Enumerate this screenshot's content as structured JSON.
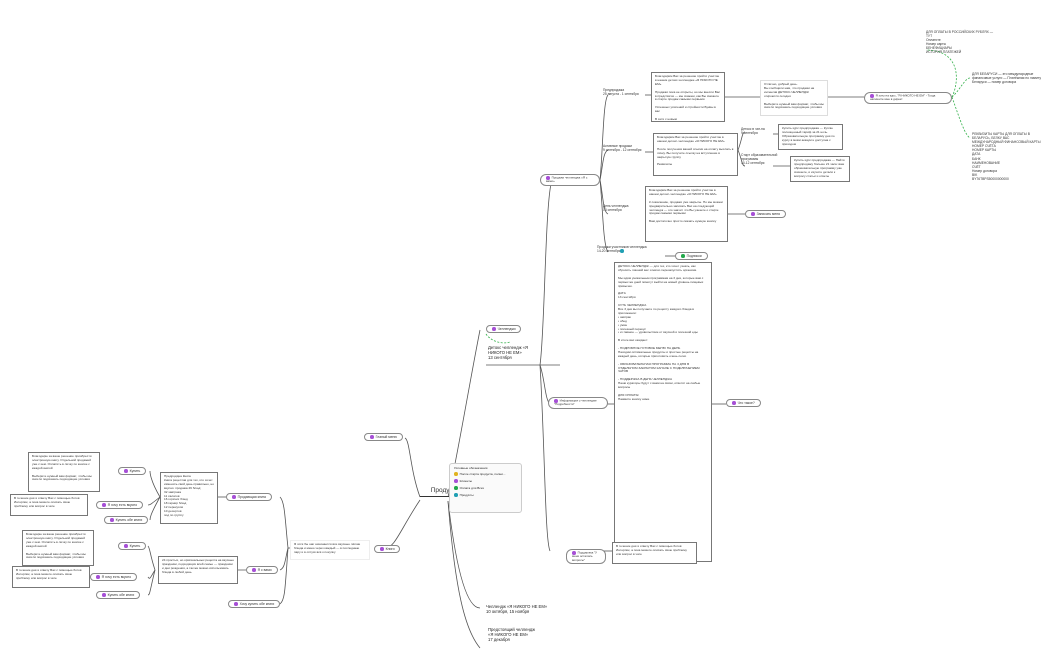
{
  "colors": {
    "purple": "#a64fd6",
    "green": "#22a84a",
    "teal": "#1f9fb3",
    "yellow": "#e0b21f",
    "blue": "#3b62c9",
    "line": "#555555",
    "dashed": "#33b04a"
  },
  "center": {
    "title": "Продукты",
    "icon": "edit-icon"
  },
  "legend": {
    "title": "Условные обозначения",
    "items": [
      {
        "label": "После старта продукта, полни...",
        "color": "#e0b21f"
      },
      {
        "label": "Клиенты",
        "color": "#a64fd6"
      },
      {
        "label": "Оплата для Всех",
        "color": "#22a84a"
      },
      {
        "label": "Продукты",
        "color": "#1f9fb3"
      }
    ]
  },
  "upper": {
    "challenges": "Челленджи",
    "detox": "Детокс челлендж «Я НИКОГО НЕ ЕМ»\n13 сентября",
    "sales_label": "Продажи челленджа «Я с вами»",
    "sales": {
      "presale": "Предпродажа\n25 августа - 1 сентября",
      "presale_box": "Благодарим Вас за решение пройти участие в нашем детокс-челлендже «Я НИКОГО НЕ ЕМ»\n\nПродажи пока не открыты, но мы внесли Вас в предсписок — мы скажем, как Вы сможете в старте продаж самыми первыми\n\nУспешных усилений и стройности Буквы в вас\n\nВ сети с новым",
      "thanks_box": "Отлично, добрый день.\nВы сообщили нам, что продажи на интенсив ДЕТОКС-ЧЕЛЛЕНДЖ откроются сегодня\n\nВыберите нужный вам формат, чтобы мы смогли подсказать подходящие условия",
      "right_pill": "Я хочу на курс, \"Я НИКОГО НЕ ЕМ\" - Тогда напишите мне в директ",
      "active": "Активные продажи\n9 сентября - 12 сентября",
      "active_box": "Благодарим Вас за решение пройти участие в нашем детокс-челлендже «Я НИКОГО НЕ ЕМ»\n\nПосле получения вашей ссылки на оплату выслать в личку. Вы получите ссылку на вступление в закрытую группу\n\nРеквизиты",
      "tariff_a": "Детокс в чат-на\n9 сентября",
      "tariff_a_box": "Купить курс предпродажа — Куплю полноценный тариф за 21 ночь. Образовательную программу дня по курсу в моём аккаунте доступна с приходом",
      "tariff_b": "Старт образовательной программы\n10-12 сентября",
      "tariff_b_box": "Купить курс предпродажа — Найти предпродажу больше 21 часа: ваш образовательную программу уже скачаете, и изучите детали к вопросу статьи и ответы",
      "day": "День челленджа\n13 сентября",
      "day_box": "Благодарим Вас за решение пройти участие в нашем детокс-челлендже «Я НИКОГО НЕ ЕМ»\n\nК сожалению, продажи уже закрыты. Но мы можем предварительно записать Вас на следующий челлендж — это значит что Вы узнаете о старте продаж самыми первыми\n\nВам достаточно просто сказать нужную кнопку",
      "day_pill": "Записать меня",
      "open": "Продажи участников челленджа\n14-20 сентября",
      "open_pill": "Подписки",
      "far_box_a": "ДЛЯ ОПЛАТЫ В РОССИЙСКИХ РУБЛЯХ — ТУТ\nОплатите\nНомер карты\nБЕНЕФИЦИАРЫ\nИСТОРИЯ ПЛАТЕЖЕЙ",
      "far_box_b": "ДЛЯ БЕЛАРУСИ — это международные финансовые услуги — Платёжная по лимиту Беларуси — номер договора",
      "far_box_c": "РЕКВИЗИТЫ КАРТЫ ДЛЯ ОПЛАТЫ В БЕЛАРУСЬ, БЕЛКУ ВАС\nМЕЖДУНАРОДНЫЙ ФИНАНСОВЫЙ КАРТЫ\nНОМЕР СЧЁТА\nНОМЕР КАРТЫ\nДАТА\nБАНК\nНАИМЕНОВАНИЕ\nСЧЁТ\nНомер договора\nBIK\nBY76TBPS50000000000"
    }
  },
  "info": {
    "label": "Информация о челлендже \"Подробности\"",
    "box": "ДЕТОКС-ЧЕЛЛЕНДЖ — для тех, кто хочет узнать, как сбросить лишний вес и мягко перезапустить организм.\n\nМы идём уникальным программам на 3 дня, которые вам с первых же дней помогут выйти на новый уровень пищевых привычек.\n\nДАТА\n13 сентября\n\nСУТЬ ЧЕЛЛЕНДЖА\nВсе 3 дня вы получаете по рецепту каждого блюда в приложении:\n• завтрак\n• обед\n• ужин\n• полезный перекус\n• и главное — удовольствие от вкусной и полезной еды\n\nВ итоге вас ожидает:\n\n- ПОДРОБНОЕ ГОТОВОЕ МЕНЮ НА ДЕНЬ\nНаходим оптимальные продукты и простые рецепты на каждый день, которые приготовить очень легко\n\n- ОБРАЗОВАТЕЛЬНАЯ ПРОГРАММА НА 3 ДНЯ В ОТДЕЛЬНОМ ЗАКРЫТОМ КАНАЛЕ С ПОДКЛЮЧЕНИЕМ ЧАТОВ\n\n- ПОДДЕРЖКА В ДЕНЬ ЧЕЛЛЕНДЖА\nНаши кураторы будут с вами на связи, ответят на любые вопросы\n\nДЛЯ ОПЛАТЫ:\nНажмите кнопку ниже",
    "pill": "Что такое?"
  },
  "help": {
    "label": "Поддержка \"У меня остались вопросы\"",
    "box": "В течение дня я отвечу Вас с помощью ботов Интерпик, а пока можете описать свою проблему или вопрос в чате"
  },
  "main_menu": "Гланый меню",
  "lower": {
    "challenge_group": "Челлендж «Я НИКОГО НЕ ЕМ»\n10 октября, 15 ноября",
    "future": "Предстоящий челлендж\n«Я НИКОГО НЕ ЕМ»\n17 декабря"
  },
  "books": {
    "label": "Книги",
    "intro": "Я хотя бы шаг начинается все вкусные лёгкие блюда и меню через каждый — в последнюю пару и в отпуск всё к покупку",
    "buy_big": "Продающая книга",
    "buy_big_box": "Предрцидна Книга\nКнига рецептов для тех, кто хочет изменить свой день правильно, но вкусно: продажа 29 блюд:\n32 завтрака\n11 салатов\n16 горячих блюд\n18 гарнир блюд\n12 перекусов\n10 десертов\nпод по группу",
    "buy_big_pill_a": "Купить",
    "buy_big_pill_b": "Я хочу есть вкусно",
    "buy_big_pill_c": "Купить обе книги",
    "box_left_a": "Благодарю за ваше решение приобрести электронную книгу. Отдельной продажей уже с кем. Оплатить в личку по кнопке с каждой книгой\n\nВыберите нужный вам формат, чтобы мы смогли подсказать подходящие условия",
    "box_left_b": "В течение дня я отвечу Вас с помощью ботов Интерпик, а пока можете описать свою проблему или вопрос в чате",
    "second": "Продающая книга",
    "second_box": "24 простых, но оригинальных рецепта на вкусные праздники, подходящих всей семье — праздники и дни рождения, а так же можно использовать блюда в любой день",
    "second_pill": "Я с вами",
    "pill_buy2": "Купить",
    "pill_want2": "Я хочу есть вкусно",
    "pill_both2": "Купить обе книги",
    "box_left_c": "Благодарю за ваше решение приобрести электронную книгу. Отдельной продажей уже с кем. Оплатить в личку по кнопке с каждой книгой\n\nВыберите нужный вам формат, чтобы мы смогли подсказать подходящие условия",
    "box_left_d": "В течение дня я отвечу Вас с помощью ботов Интерпик, а пока можете описать свою проблему или вопрос в чате",
    "both": "Хочу купить обе книги"
  }
}
